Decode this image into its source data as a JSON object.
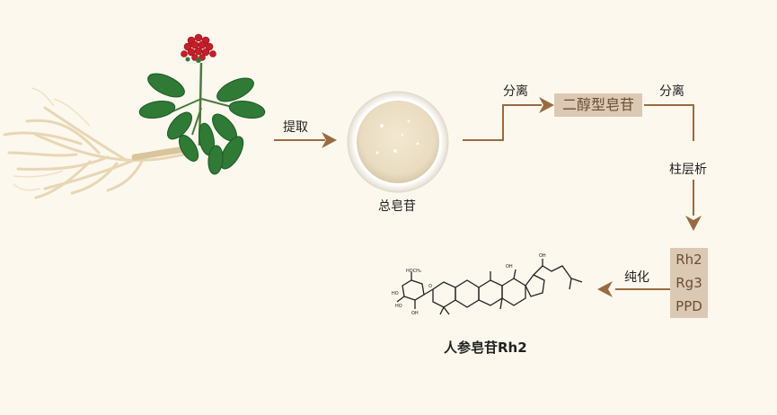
{
  "steps": {
    "extract": "提取",
    "total_saponin": "总皂苷",
    "separate_1": "分离",
    "diol_saponin": "二醇型皂苷",
    "separate_2": "分离",
    "column": "柱层析",
    "purify": "纯化",
    "components": [
      "Rh2",
      "Rg3",
      "PPD"
    ],
    "product": "人参皂苷Rh2"
  },
  "colors": {
    "background": "#fcf8ee",
    "arrow": "#9a6a40",
    "box": "#dcc9b3",
    "box_text": "#6b4e35"
  },
  "icons": [
    "ginseng-plant-icon",
    "powder-dish-icon",
    "molecule-structure-icon"
  ]
}
